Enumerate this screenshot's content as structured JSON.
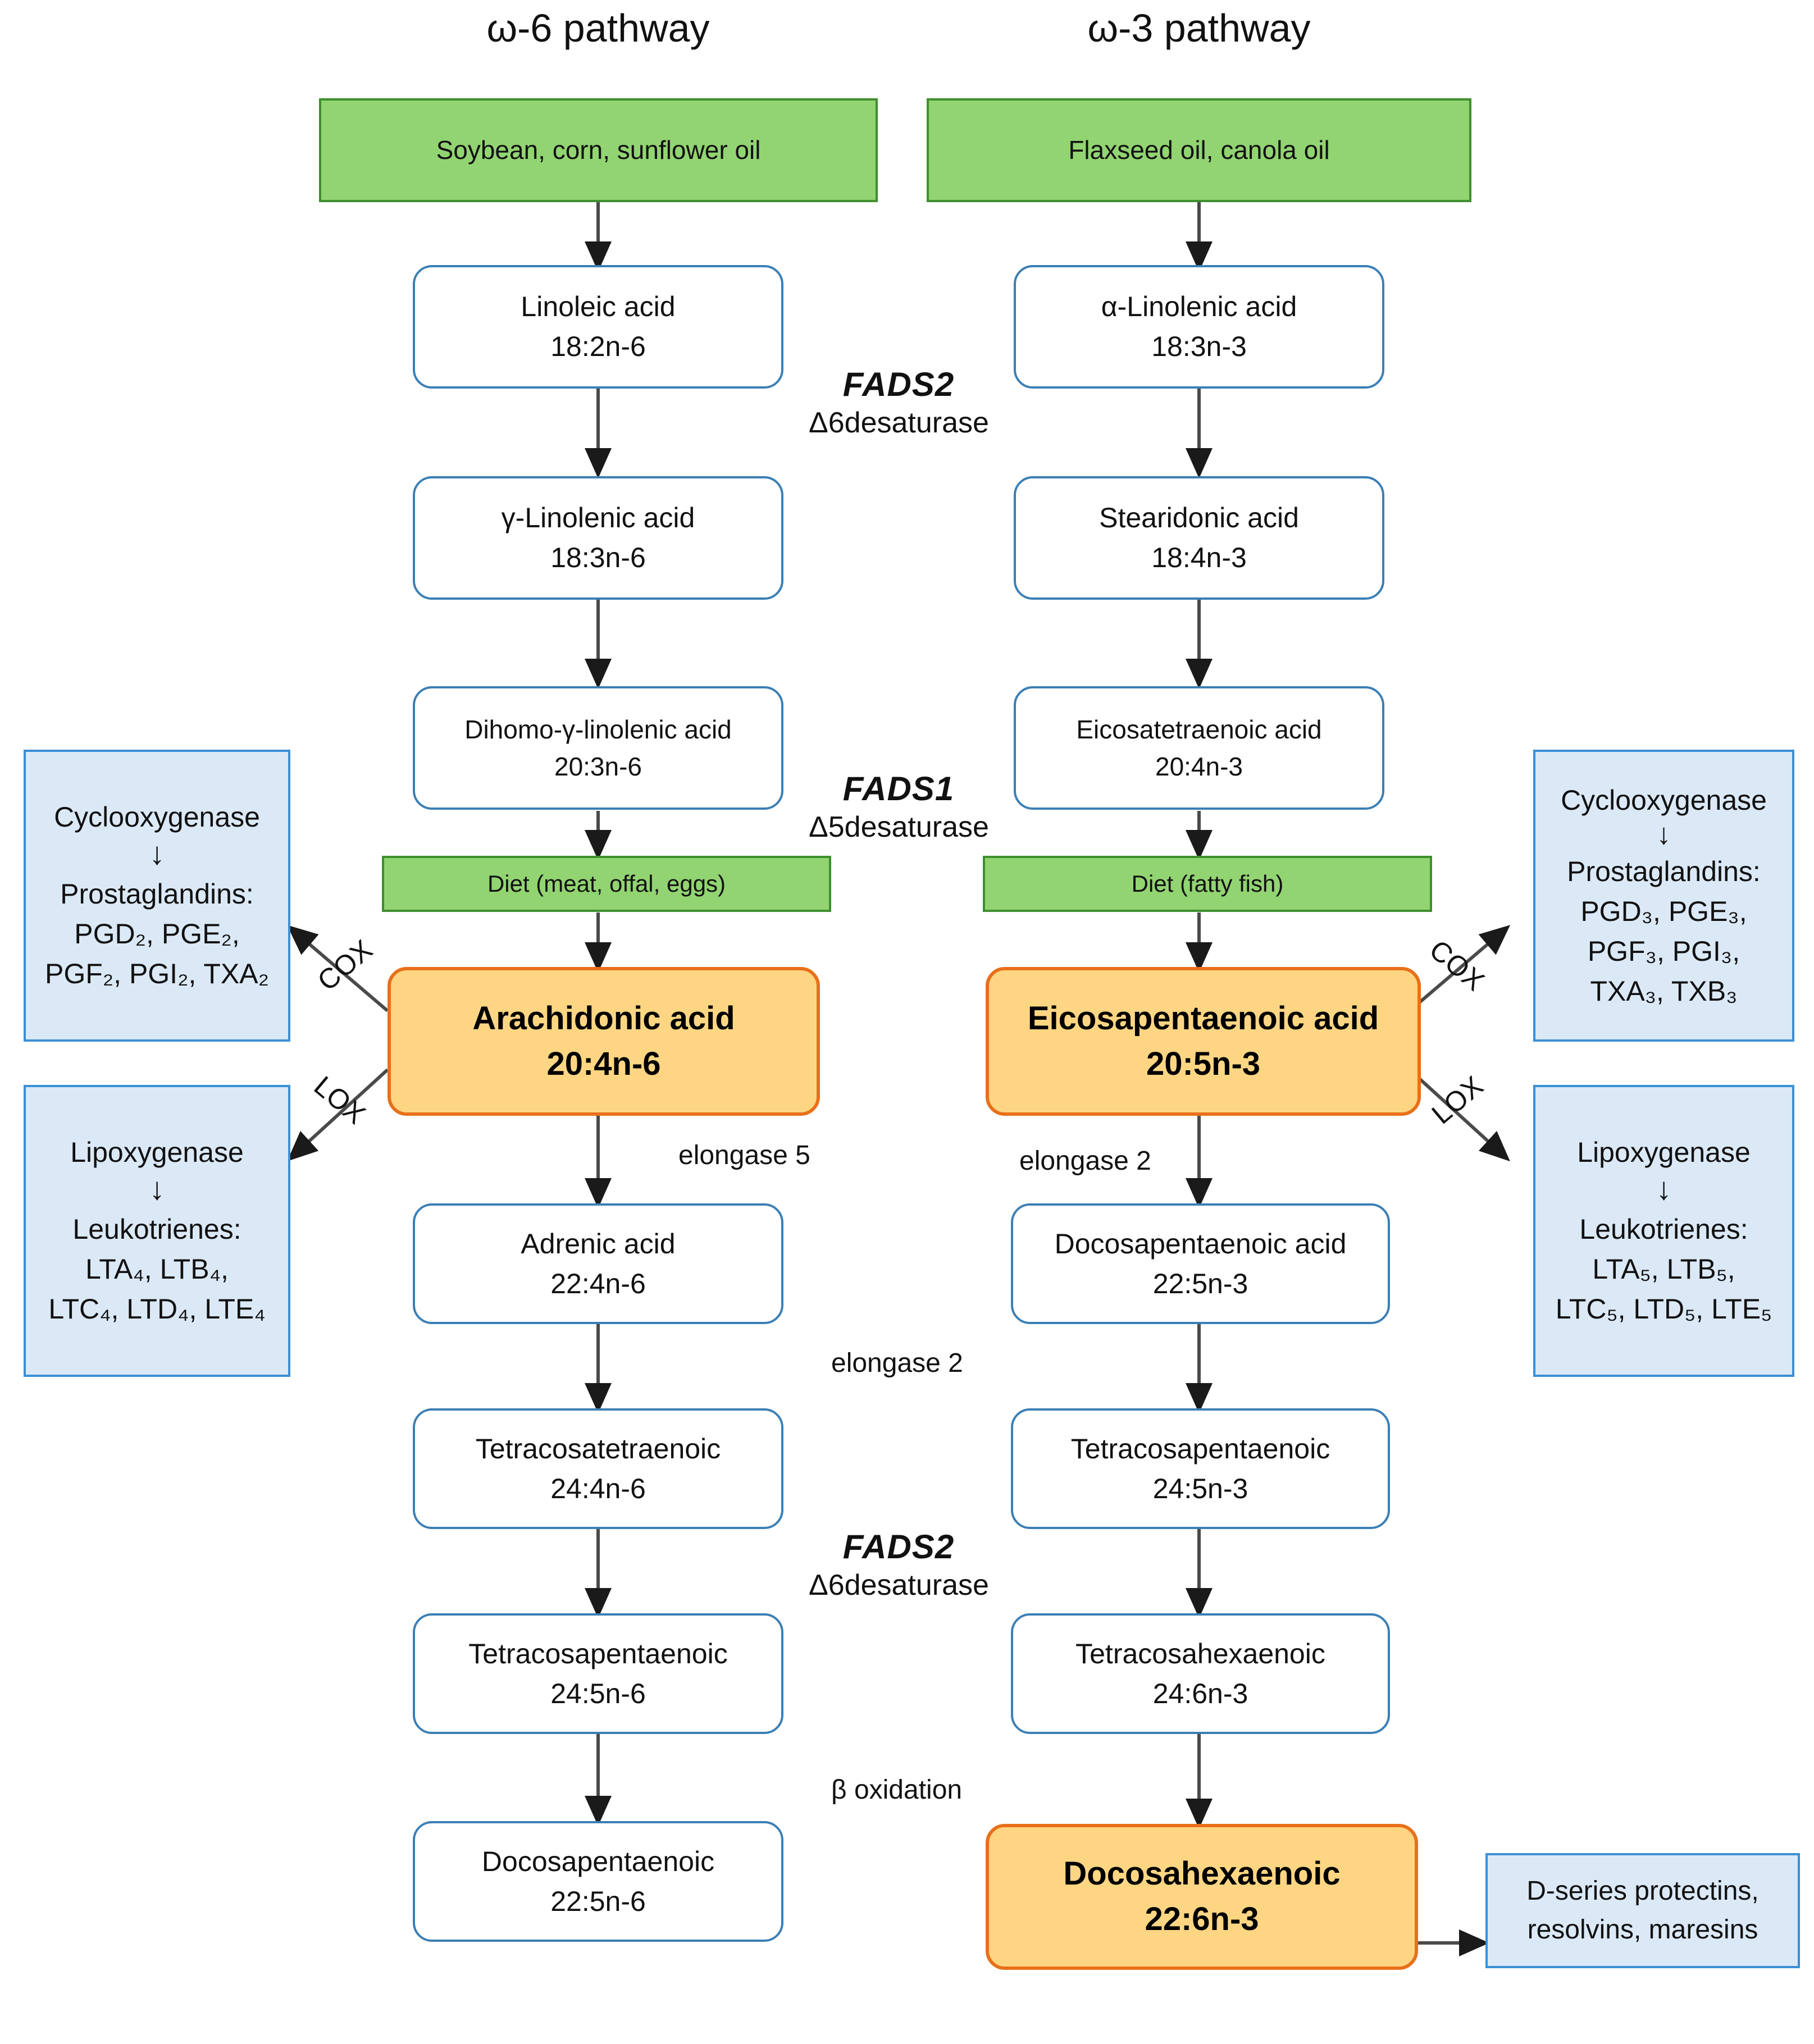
{
  "headers": {
    "omega6": "ω-6 pathway",
    "omega3": "ω-3 pathway"
  },
  "omega6_column": {
    "source": "Soybean, corn, sunflower oil",
    "steps": [
      {
        "name": "Linoleic acid",
        "code": "18:2n-6"
      },
      {
        "name": "γ-Linolenic acid",
        "code": "18:3n-6"
      },
      {
        "name": "Dihomo-γ-linolenic acid",
        "code": "20:3n-6"
      }
    ],
    "diet": "Diet (meat, offal, eggs)",
    "key_metabolite": {
      "name": "Arachidonic acid",
      "code": "20:4n-6"
    },
    "downstream": [
      {
        "name": "Adrenic acid",
        "code": "22:4n-6"
      },
      {
        "name": "Tetracosatetraenoic",
        "code": "24:4n-6"
      },
      {
        "name": "Tetracosapentaenoic",
        "code": "24:5n-6"
      },
      {
        "name": "Docosapentaenoic",
        "code": "22:5n-6"
      }
    ]
  },
  "omega3_column": {
    "source": "Flaxseed oil, canola oil",
    "steps": [
      {
        "name": "α-Linolenic acid",
        "code": "18:3n-3"
      },
      {
        "name": "Stearidonic acid",
        "code": "18:4n-3"
      },
      {
        "name": "Eicosatetraenoic acid",
        "code": "20:4n-3"
      }
    ],
    "diet": "Diet (fatty fish)",
    "key_metabolite": {
      "name": "Eicosapentaenoic acid",
      "code": "20:5n-3"
    },
    "downstream": [
      {
        "name": "Docosapentaenoic acid",
        "code": "22:5n-3"
      },
      {
        "name": "Tetracosapentaenoic",
        "code": "24:5n-3"
      },
      {
        "name": "Tetracosahexaenoic",
        "code": "24:6n-3"
      }
    ],
    "final_metabolite": {
      "name": "Docosahexaenoic",
      "code": "22:6n-3"
    },
    "final_products": [
      "D-series protectins,",
      "resolvins, maresins"
    ]
  },
  "enzymes": {
    "fads2_top": {
      "gene": "FADS2",
      "sub": "Δ6desaturase"
    },
    "fads1": {
      "gene": "FADS1",
      "sub": "Δ5desaturase"
    },
    "fads2_bottom": {
      "gene": "FADS2",
      "sub": "Δ6desaturase"
    },
    "elongase5": "elongase 5",
    "elongase2_left": "elongase 2",
    "elongase2_right": "elongase 2",
    "beta_oxidation": "β oxidation",
    "cox_left": "COX",
    "lox_left": "LOX",
    "cox_right": "COX",
    "lox_right": "LOX"
  },
  "eicosanoids": {
    "left_cox": {
      "enzyme": "Cyclooxygenase",
      "title": "Prostaglandins:",
      "lines": [
        "PGD₂, PGE₂,",
        "PGF₂, PGI₂, TXA₂"
      ]
    },
    "left_lox": {
      "enzyme": "Lipoxygenase",
      "title": "Leukotrienes:",
      "lines": [
        "LTA₄, LTB₄,",
        "LTC₄, LTD₄, LTE₄"
      ]
    },
    "right_cox": {
      "enzyme": "Cyclooxygenase",
      "title": "Prostaglandins:",
      "lines": [
        "PGD₃, PGE₃,",
        "PGF₃, PGI₃,",
        "TXA₃, TXB₃"
      ]
    },
    "right_lox": {
      "enzyme": "Lipoxygenase",
      "title": "Leukotrienes:",
      "lines": [
        "LTA₅, LTB₅,",
        "LTC₅, LTD₅, LTE₅"
      ]
    }
  },
  "colors": {
    "source_green": "#92d472",
    "node_blue_border": "#3b7fb5",
    "key_orange_fill": "#fed683",
    "key_orange_border": "#e8701a",
    "eicosanoid_blue": "#dbe9f7"
  }
}
